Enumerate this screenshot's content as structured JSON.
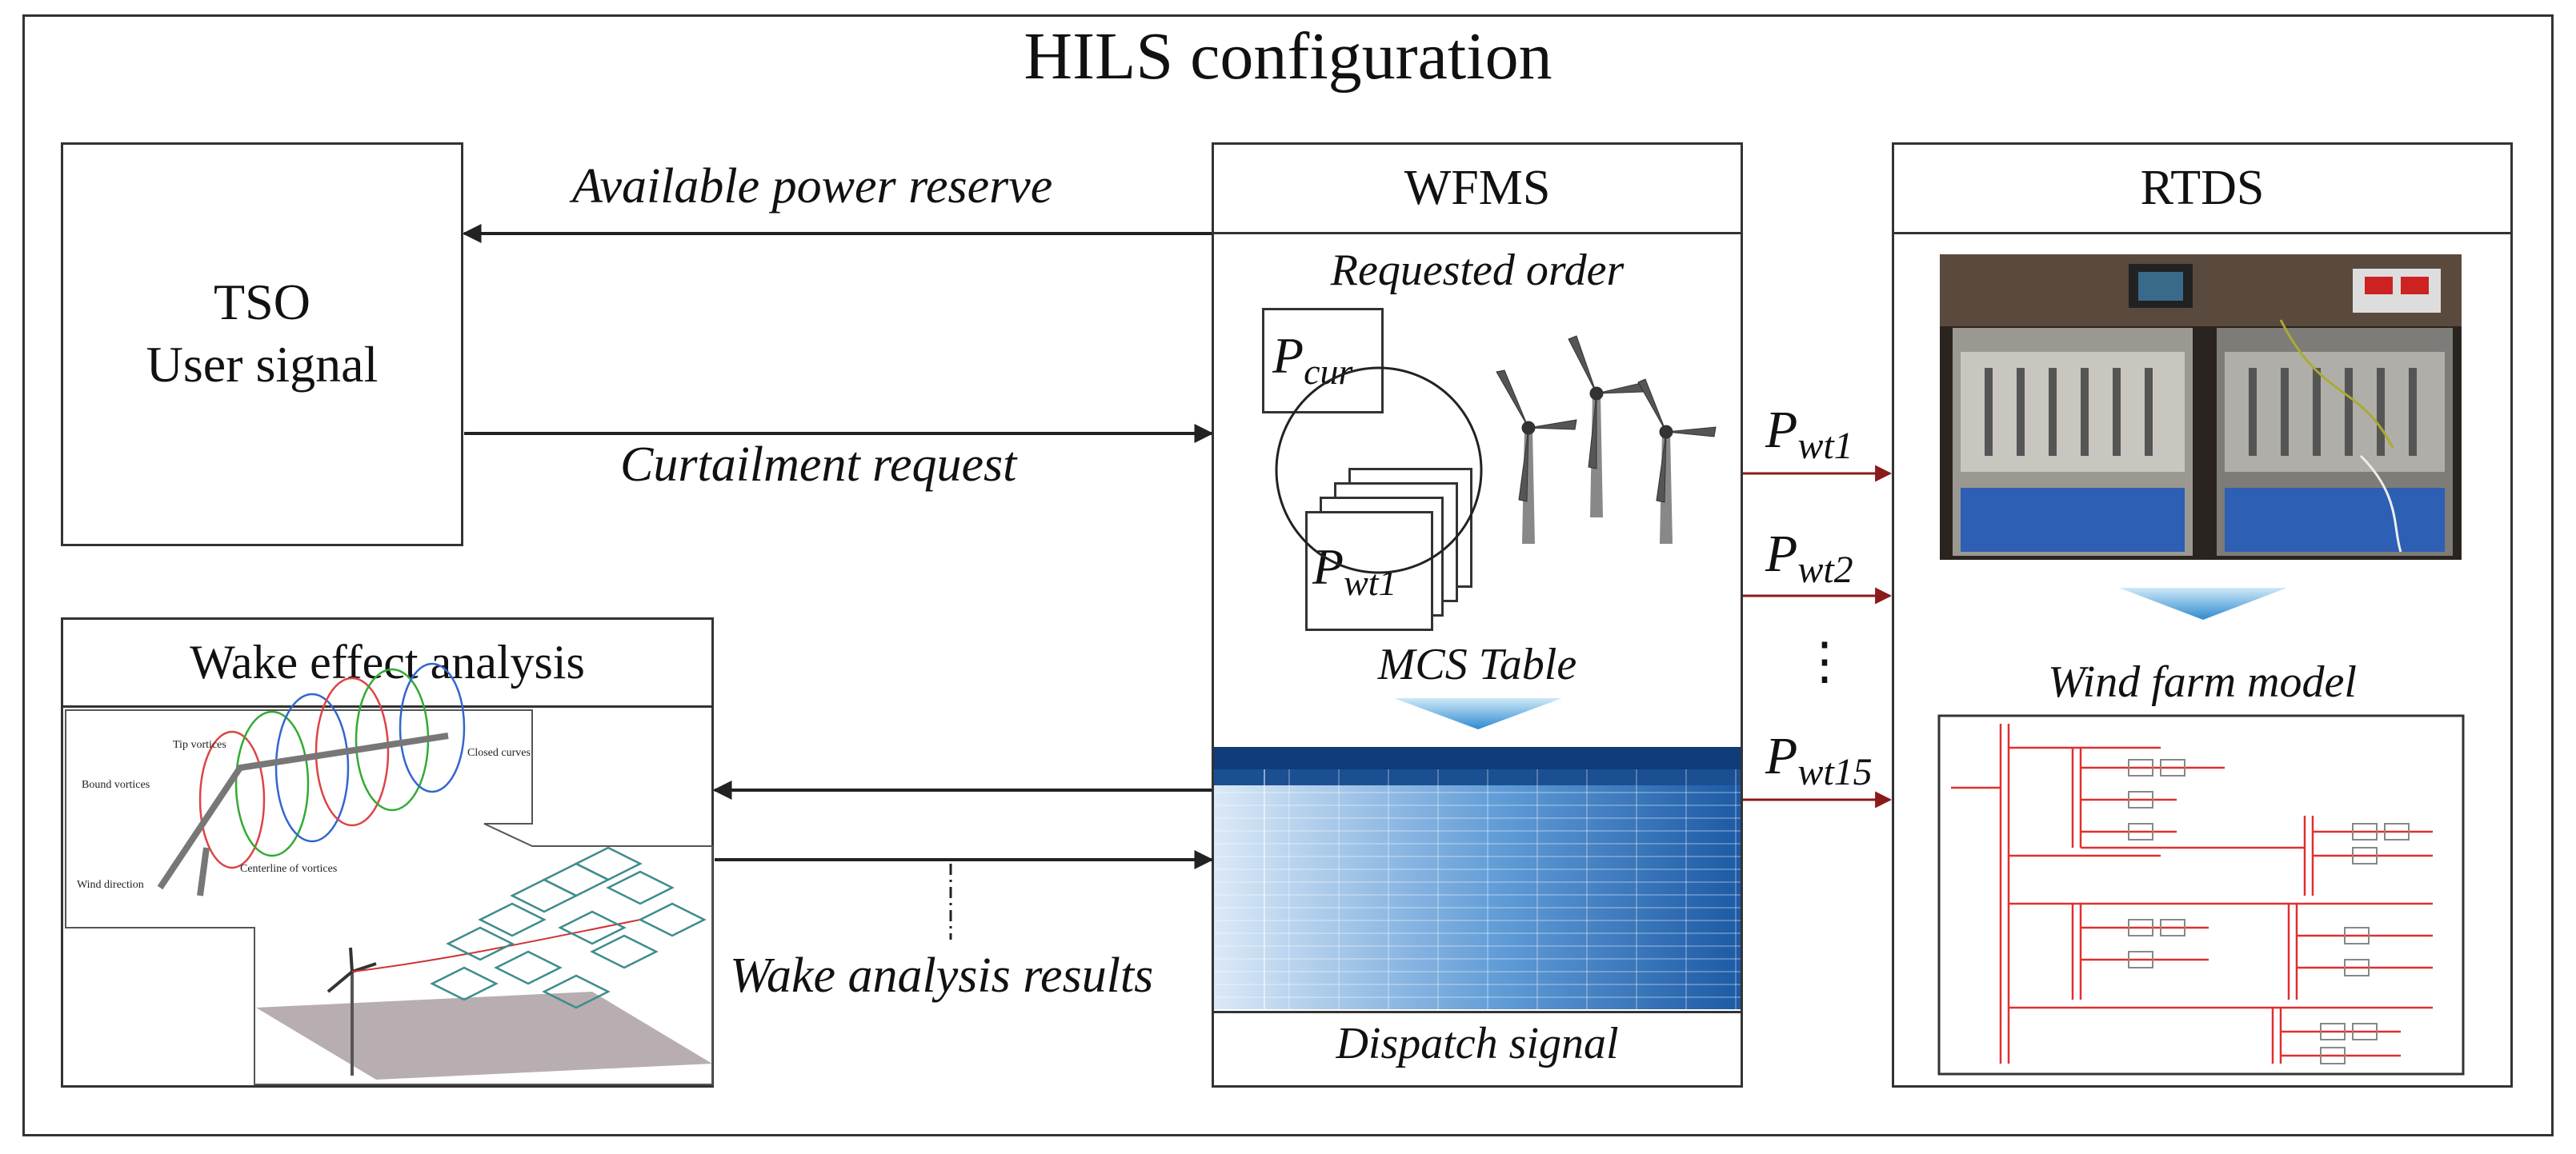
{
  "title": "HILS configuration",
  "tso": {
    "line1": "TSO",
    "line2": "User signal"
  },
  "wfms": {
    "header": "WFMS",
    "requested_order": "Requested order",
    "p_cur": {
      "sym": "P",
      "sub": "cur"
    },
    "p_wt1": {
      "sym": "P",
      "sub": "wt1"
    },
    "mcs_table_label": "MCS Table",
    "dispatch_signal": "Dispatch signal"
  },
  "rtds": {
    "header": "RTDS",
    "wind_farm_model": "Wind farm model"
  },
  "wake": {
    "header": "Wake effect analysis",
    "labels": [
      "Tip vortices",
      "Closed curves",
      "Bound vortices",
      "Wind direction",
      "Centerline of vortices"
    ]
  },
  "arrows": {
    "available_power_reserve": "Available power reserve",
    "curtailment_request": "Curtailment request",
    "wake_analysis_results": "Wake analysis results"
  },
  "outputs": [
    {
      "sym": "P",
      "sub": "wt1"
    },
    {
      "sym": "P",
      "sub": "wt2"
    },
    {
      "sym": "P",
      "sub": "wt15"
    }
  ],
  "ellipsis": "⋮",
  "colors": {
    "border": "#333333",
    "arrow": "#222222",
    "red_arrow": "#8b1a1a",
    "table_blue": "#1e5fa8",
    "chevron": "#4a9fd8",
    "schematic_red": "#e03030"
  }
}
